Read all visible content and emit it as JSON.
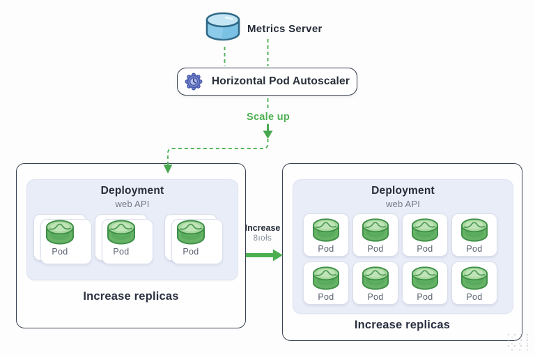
{
  "metrics_server": {
    "label": "Metrics Server",
    "icon": "database-cylinder-icon"
  },
  "hpa": {
    "label": "Horizontal Pod Autoscaler",
    "icon": "gear-clock-icon"
  },
  "scale_up": {
    "label": "Scale up"
  },
  "increase_arrow": {
    "line1": "Increase",
    "line2": "8ıoƚs"
  },
  "left_deployment": {
    "title": "Deployment",
    "subtitle": "web API",
    "caption": "Increase replicas",
    "pods": [
      {
        "label": "Pod"
      },
      {
        "label": "Pod"
      },
      {
        "label": "Pod"
      }
    ]
  },
  "right_deployment": {
    "title": "Deployment",
    "subtitle": "web API",
    "caption": "Increase replicas",
    "pods": [
      {
        "label": "Pod"
      },
      {
        "label": "Pod"
      },
      {
        "label": "Pod"
      },
      {
        "label": "Pod"
      },
      {
        "label": "Pod"
      },
      {
        "label": "Pod"
      },
      {
        "label": "Pod"
      },
      {
        "label": "Pod"
      }
    ]
  },
  "colors": {
    "green_accent": "#4caf50",
    "green_dash": "#57b45e",
    "pod_green_body": "#66b366",
    "pod_green_top": "#a6d89e",
    "server_blue_body": "#8ccbe9",
    "server_blue_top": "#c4e6f4",
    "panel_bg": "#e9edf8",
    "box_border": "#3a4252",
    "gear_blue": "#7e90d4"
  }
}
